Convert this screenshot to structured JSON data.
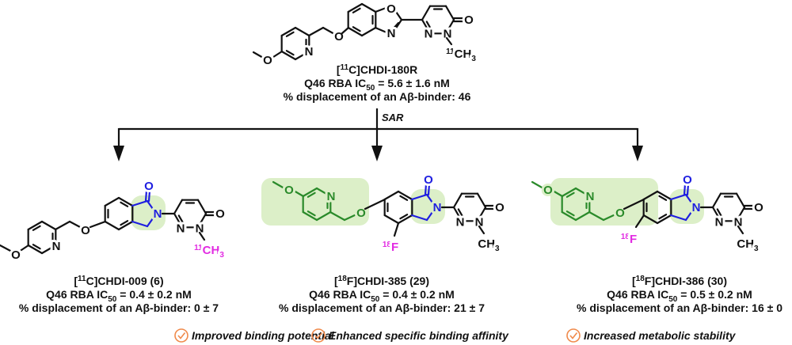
{
  "parent": {
    "name_pre": "[",
    "name_sup": "11",
    "name_post": "C]CHDI-180R",
    "ic50_pre": "Q46 RBA IC",
    "ic50_sub": "50",
    "ic50_post": " = 5.6 ± 1.6 nM",
    "disp": "% displacement of an Aβ-binder: 46"
  },
  "arrow_label": "SAR",
  "compounds": [
    {
      "name_pre": "[",
      "name_sup": "11",
      "name_post": "C]CHDI-009 (6)",
      "ic50_pre": "Q46 RBA IC",
      "ic50_sub": "50",
      "ic50_post": " = 0.4 ± 0.2 nM",
      "disp": "% displacement of an Aβ-binder: 0 ± 7"
    },
    {
      "name_pre": "[",
      "name_sup": "18",
      "name_post": "F]CHDI-385 (29)",
      "ic50_pre": "Q46 RBA IC",
      "ic50_sub": "50",
      "ic50_post": " = 0.4 ± 0.2 nM",
      "disp": "% displacement of an Aβ-binder: 21 ± 7"
    },
    {
      "name_pre": "[",
      "name_sup": "18",
      "name_post": "F]CHDI-386 (30)",
      "ic50_pre": "Q46 RBA IC",
      "ic50_sub": "50",
      "ic50_post": " = 0.5 ± 0.2 nM",
      "disp": "% displacement of an Aβ-binder: 16 ± 0"
    }
  ],
  "benefits": [
    {
      "label": "Improved binding potential",
      "icon": "check-circle-icon"
    },
    {
      "label": "Enhanced specific binding affinity",
      "icon": "check-circle-icon"
    },
    {
      "label": "Increased metabolic stability",
      "icon": "check-circle-icon"
    }
  ],
  "atoms": {
    "N": "N",
    "O": "O",
    "CH": "CH",
    "H_sub": "3",
    "c11": "11",
    "f18": "18",
    "F": "F"
  },
  "colors": {
    "bond": "#111111",
    "lactam": "#1f1fe0",
    "pyridine_mod": "#2a8a2a",
    "isotope": "#e22be2",
    "highlight": "#dcefc8",
    "check": "#f08a4b"
  }
}
